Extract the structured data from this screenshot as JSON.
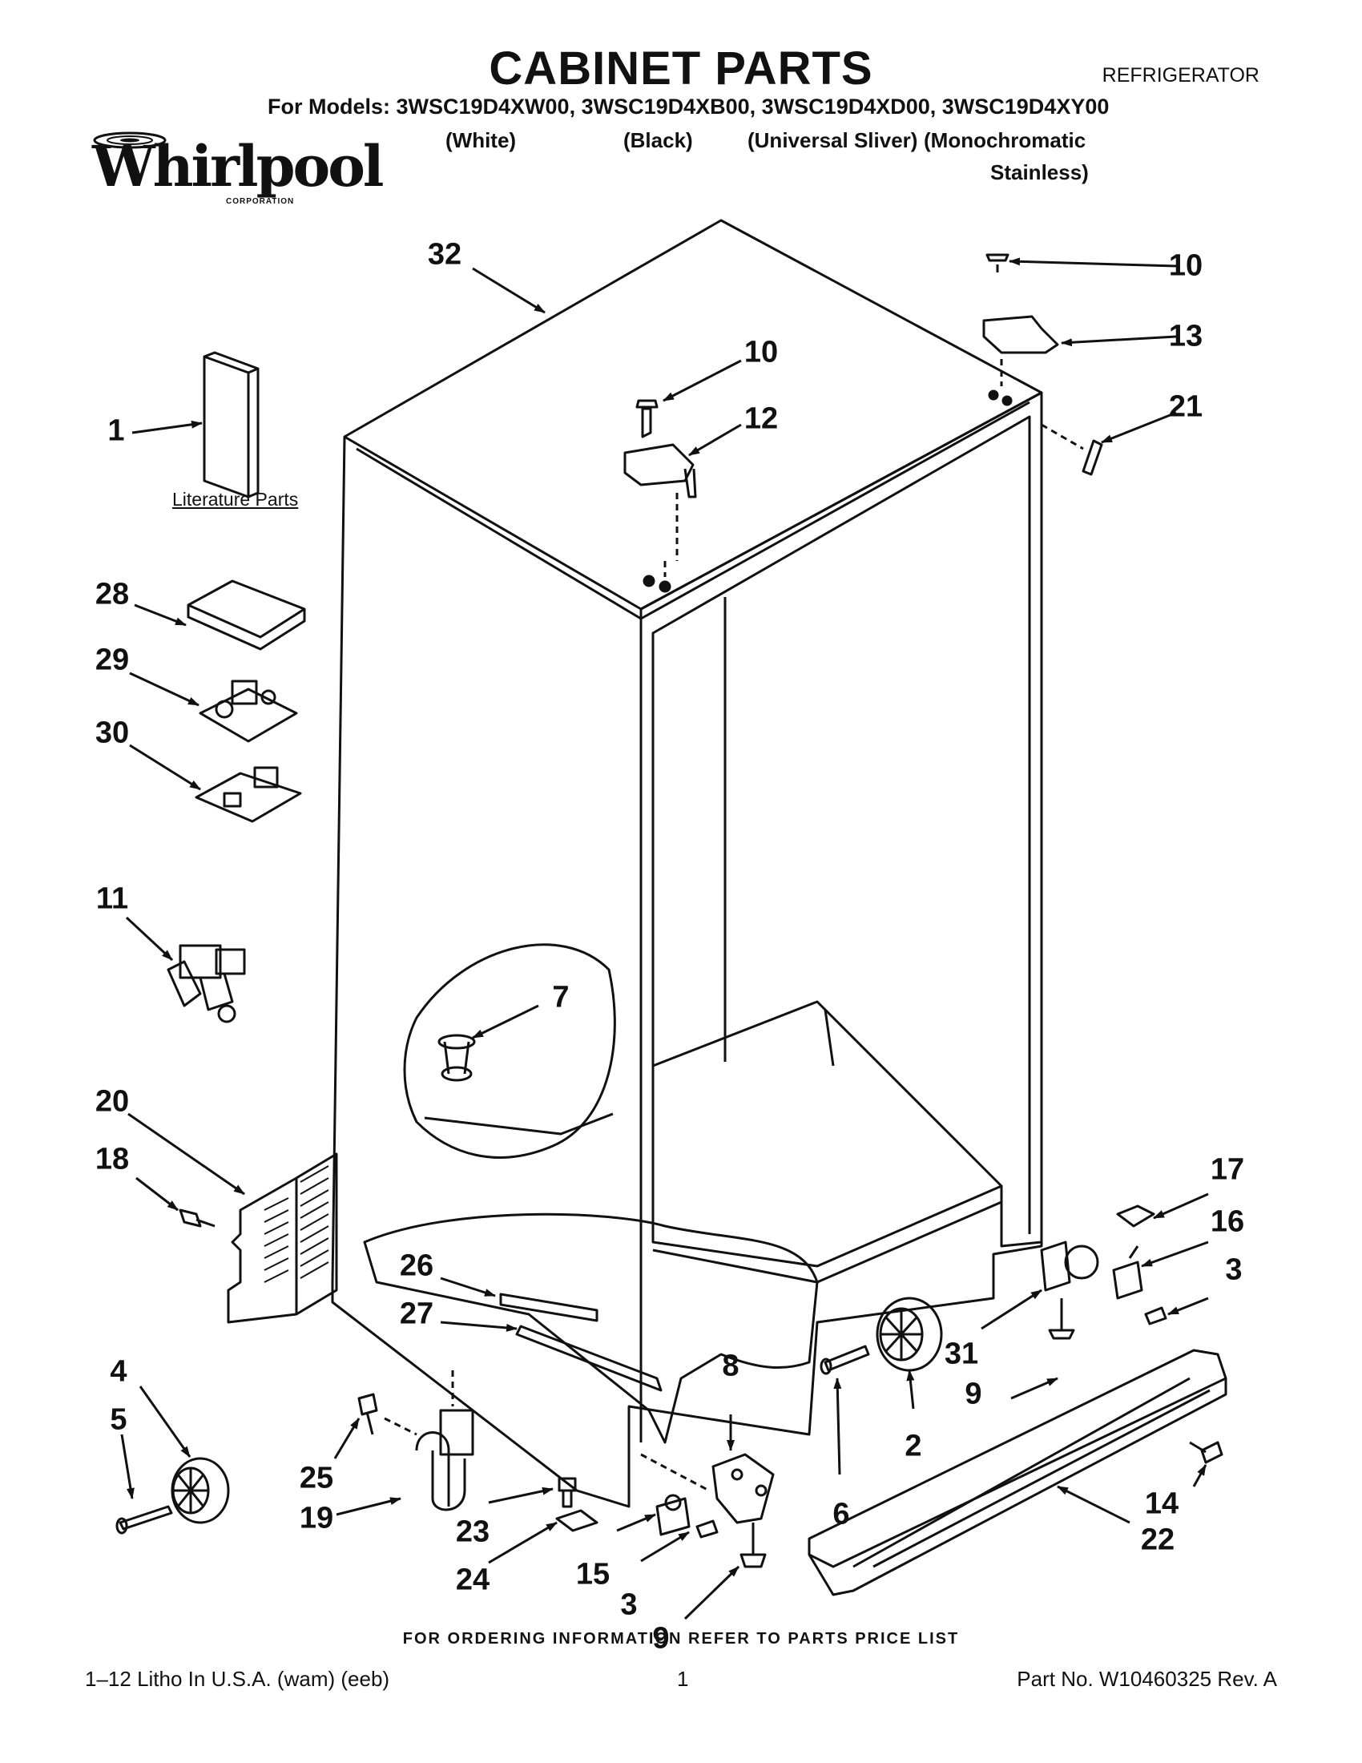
{
  "header": {
    "title": "CABINET PARTS",
    "doc_type": "REFRIGERATOR",
    "models_line": "For Models: 3WSC19D4XW00, 3WSC19D4XB00, 3WSC19D4XD00, 3WSC19D4XY00",
    "variants": [
      "(White)",
      "(Black)",
      "(Universal Sliver)",
      "(Monochromatic",
      "Stainless)"
    ],
    "brand": "Whirlpool",
    "brand_sub": "CORPORATION"
  },
  "diagram": {
    "literature_label": "Literature Parts",
    "callouts": [
      {
        "id": "c32",
        "label": "32"
      },
      {
        "id": "c10a",
        "label": "10"
      },
      {
        "id": "c13",
        "label": "13"
      },
      {
        "id": "c10b",
        "label": "10"
      },
      {
        "id": "c12",
        "label": "12"
      },
      {
        "id": "c21",
        "label": "21"
      },
      {
        "id": "c1",
        "label": "1"
      },
      {
        "id": "c28",
        "label": "28"
      },
      {
        "id": "c29",
        "label": "29"
      },
      {
        "id": "c30",
        "label": "30"
      },
      {
        "id": "c11",
        "label": "11"
      },
      {
        "id": "c7",
        "label": "7"
      },
      {
        "id": "c20",
        "label": "20"
      },
      {
        "id": "c18",
        "label": "18"
      },
      {
        "id": "c17",
        "label": "17"
      },
      {
        "id": "c16",
        "label": "16"
      },
      {
        "id": "c3a",
        "label": "3"
      },
      {
        "id": "c26",
        "label": "26"
      },
      {
        "id": "c27",
        "label": "27"
      },
      {
        "id": "c31",
        "label": "31"
      },
      {
        "id": "c4",
        "label": "4"
      },
      {
        "id": "c8",
        "label": "8"
      },
      {
        "id": "c9a",
        "label": "9"
      },
      {
        "id": "c5",
        "label": "5"
      },
      {
        "id": "c2",
        "label": "2"
      },
      {
        "id": "c6",
        "label": "6"
      },
      {
        "id": "c25",
        "label": "25"
      },
      {
        "id": "c14",
        "label": "14"
      },
      {
        "id": "c19",
        "label": "19"
      },
      {
        "id": "c23",
        "label": "23"
      },
      {
        "id": "c22",
        "label": "22"
      },
      {
        "id": "c24",
        "label": "24"
      },
      {
        "id": "c15",
        "label": "15"
      },
      {
        "id": "c3b",
        "label": "3"
      },
      {
        "id": "c9b",
        "label": "9"
      }
    ]
  },
  "footer": {
    "ordering_note": "FOR ORDERING INFORMATION REFER TO PARTS PRICE LIST",
    "litho": "1–12 Litho In U.S.A. (wam) (eeb)",
    "page": "1",
    "part_no": "Part No. W10460325 Rev. A"
  }
}
